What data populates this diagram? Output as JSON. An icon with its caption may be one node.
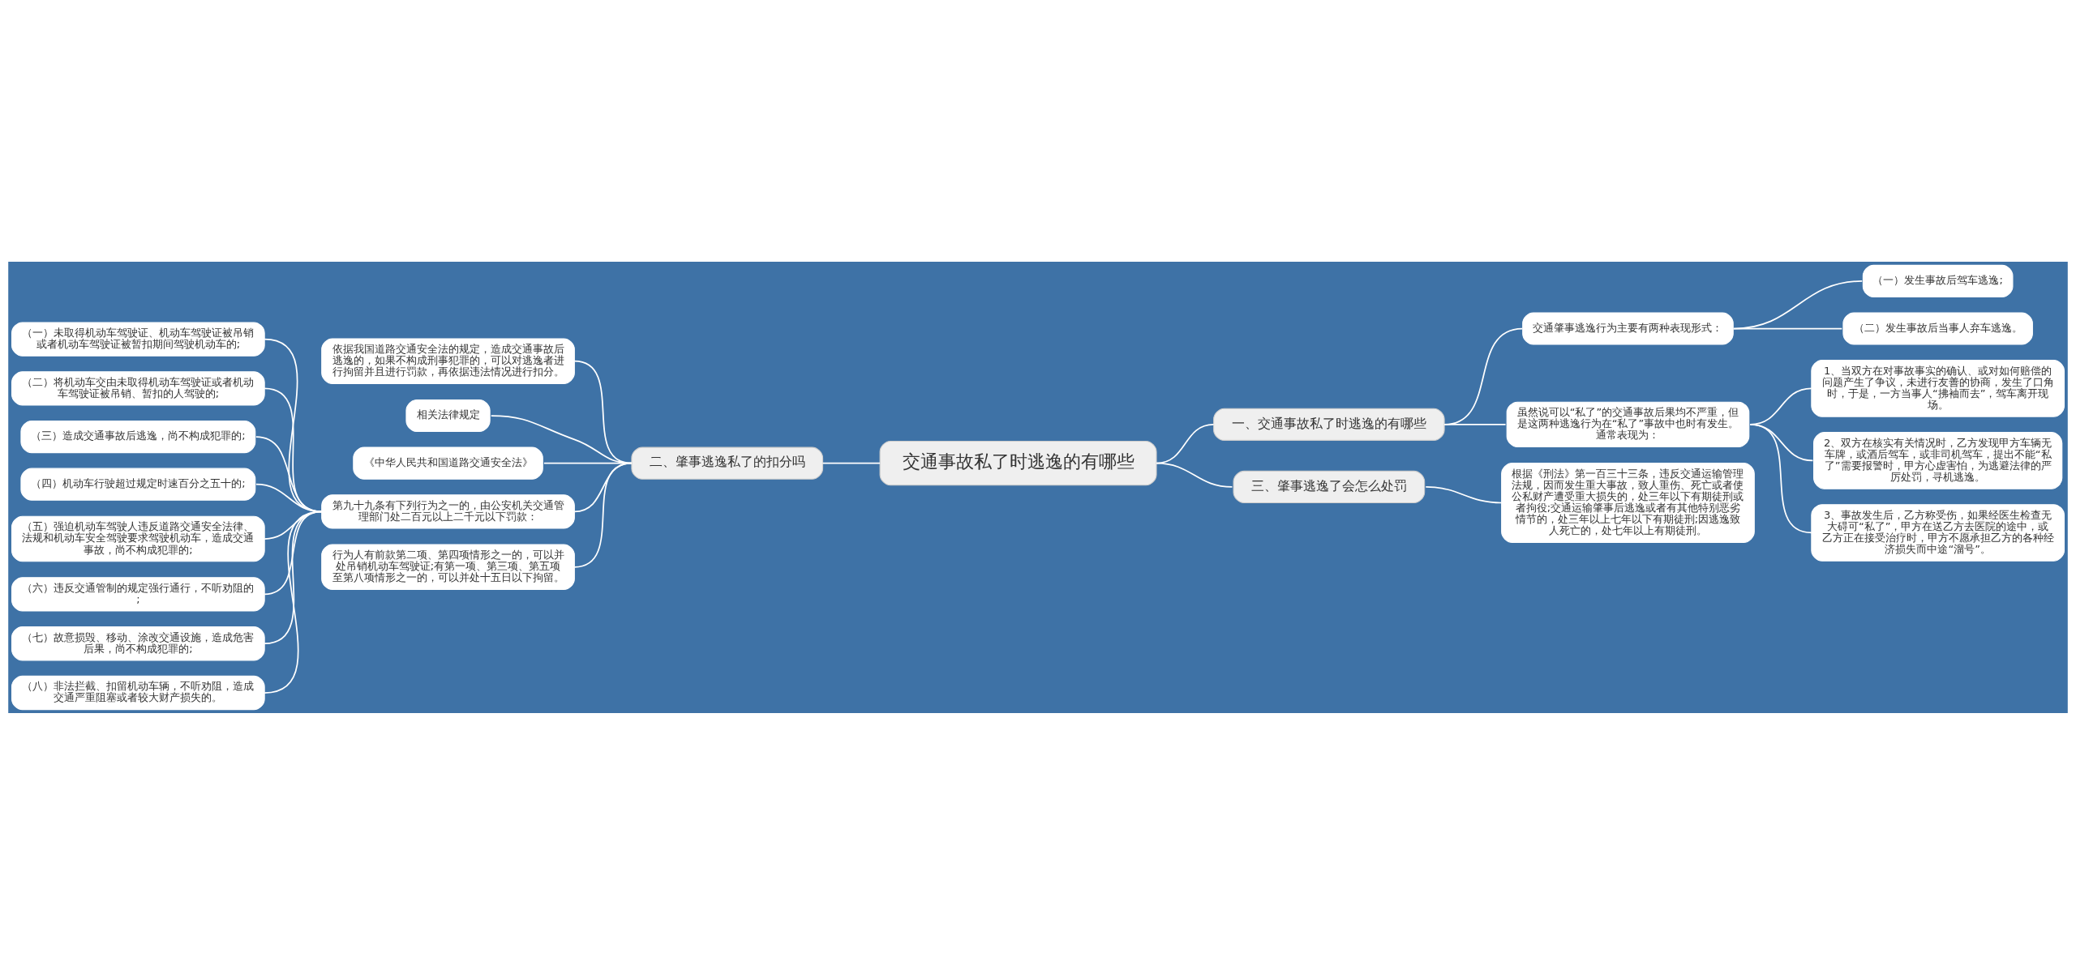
{
  "diagram": {
    "nodes": [
      {
        "text": [
          "交通事故私了时逃逸的有哪些"
        ]
      },
      {
        "text": [
          "一、交通事故私了时逃逸的有哪些"
        ]
      },
      {
        "text": [
          "交通肇事逃逸行为主要有两种表现形式："
        ]
      },
      {
        "text": [
          "（一）发生事故后驾车逃逸;"
        ]
      },
      {
        "text": [
          "（二）发生事故后当事人弃车逃逸。"
        ]
      },
      {
        "text": [
          "虽然说可以“私了”的交通事故后果均不严重，但是这两种逃逸行为在“私了”事故中也时有发生。通常表现为："
        ]
      },
      {
        "text": [
          "1、当双方在对事故事实的确认、或对如何赔偿的问题产生了争议，未进行友善的协商，发生了口角时，于是，一方当事人“拂袖而去”，驾车离开现场。"
        ]
      },
      {
        "text": [
          "2、双方在核实有关情况时，乙方发现甲方车辆无车牌，或酒后驾车，或非司机驾车，提出不能“私了”需要报警时，甲方心虚害怕，为逃避法律的严厉处罚，寻机逃逸。"
        ]
      },
      {
        "text": [
          "3、事故发生后，乙方称受伤，如果经医生检查无大碍可“私了”，甲方在送乙方去医院的途中，或乙方正在接受治疗时，甲方不愿承担乙方的各种经济损失而中途“溜号”。"
        ]
      },
      {
        "text": [
          "三、肇事逃逸了会怎么处罚"
        ]
      },
      {
        "text": [
          "根据《刑法》第一百三十三条，违反交通运输管理法规，因而发生重大事故，致人重伤、死亡或者使公私财产遭受重大损失的，处三年以下有期徒刑或者拘役;交通运输肇事后逃逸或者有其他特别恶劣情节的，处三年以上七年以下有期徒刑;因逃逸致人死亡的，处七年以上有期徒刑。"
        ]
      },
      {
        "text": [
          "二、肇事逃逸私了的扣分吗"
        ]
      },
      {
        "text": [
          "依据我国道路交通安全法的规定，造成交通事故后逃逸的，如果不构成刑事犯罪的，可以对逃逸者进行拘留并且进行罚款，再依据违法情况进行扣分。"
        ]
      },
      {
        "text": [
          "相关法律规定"
        ]
      },
      {
        "text": [
          "《中华人民共和国道路交通安全法》"
        ]
      },
      {
        "text": [
          "第九十九条有下列行为之一的，由公安机关交通管理部门处二百元以上二千元以下罚款："
        ]
      },
      {
        "text": [
          "（一）未取得机动车驾驶证、机动车驾驶证被吊销或者机动车驾驶证被暂扣期间驾驶机动车的;"
        ]
      },
      {
        "text": [
          "（二）将机动车交由未取得机动车驾驶证或者机动车驾驶证被吊销、暂扣的人驾驶的;"
        ]
      },
      {
        "text": [
          "（三）造成交通事故后逃逸，尚不构成犯罪的;"
        ]
      },
      {
        "text": [
          "（四）机动车行驶超过规定时速百分之五十的;"
        ]
      },
      {
        "text": [
          "（五）强迫机动车驾驶人违反道路交通安全法律、法规和机动车安全驾驶要求驾驶机动车，造成交通事故，尚不构成犯罪的;"
        ]
      },
      {
        "text": [
          "（六）违反交通管制的规定强行通行，不听劝阻的;"
        ]
      },
      {
        "text": [
          "（七）故意损毁、移动、涂改交通设施，造成危害后果，尚不构成犯罪的;"
        ]
      },
      {
        "text": [
          "（八）非法拦截、扣留机动车辆，不听劝阻，造成交通严重阻塞或者较大财产损失的。"
        ]
      },
      {
        "text": [
          "行为人有前款第二项、第四项情形之一的，可以并处吊销机动车驾驶证;有第一项、第三项、第五项至第八项情形之一的，可以并处十五日以下拘留。"
        ]
      }
    ],
    "edges": [
      {
        "from": 0,
        "to": 1,
        "arrow": "none"
      },
      {
        "from": 1,
        "to": 2,
        "arrow": "none"
      },
      {
        "from": 2,
        "to": 3,
        "arrow": "none"
      },
      {
        "from": 2,
        "to": 4,
        "arrow": "none"
      },
      {
        "from": 1,
        "to": 5,
        "arrow": "none"
      },
      {
        "from": 5,
        "to": 6,
        "arrow": "none"
      },
      {
        "from": 5,
        "to": 7,
        "arrow": "none"
      },
      {
        "from": 5,
        "to": 8,
        "arrow": "none"
      },
      {
        "from": 0,
        "to": 9,
        "arrow": "none"
      },
      {
        "from": 9,
        "to": 10,
        "arrow": "none"
      },
      {
        "from": 0,
        "to": 11,
        "arrow": "none"
      },
      {
        "from": 11,
        "to": 12,
        "arrow": "none"
      },
      {
        "from": 11,
        "to": 13,
        "arrow": "none"
      },
      {
        "from": 11,
        "to": 14,
        "arrow": "none"
      },
      {
        "from": 11,
        "to": 15,
        "arrow": "none"
      },
      {
        "from": 15,
        "to": 16,
        "arrow": "none"
      },
      {
        "from": 15,
        "to": 17,
        "arrow": "none"
      },
      {
        "from": 15,
        "to": 18,
        "arrow": "none"
      },
      {
        "from": 15,
        "to": 19,
        "arrow": "none"
      },
      {
        "from": 15,
        "to": 20,
        "arrow": "none"
      },
      {
        "from": 15,
        "to": 21,
        "arrow": "none"
      },
      {
        "from": 15,
        "to": 22,
        "arrow": "none"
      },
      {
        "from": 15,
        "to": 23,
        "arrow": "none"
      },
      {
        "from": 11,
        "to": 24,
        "arrow": "none"
      }
    ]
  }
}
